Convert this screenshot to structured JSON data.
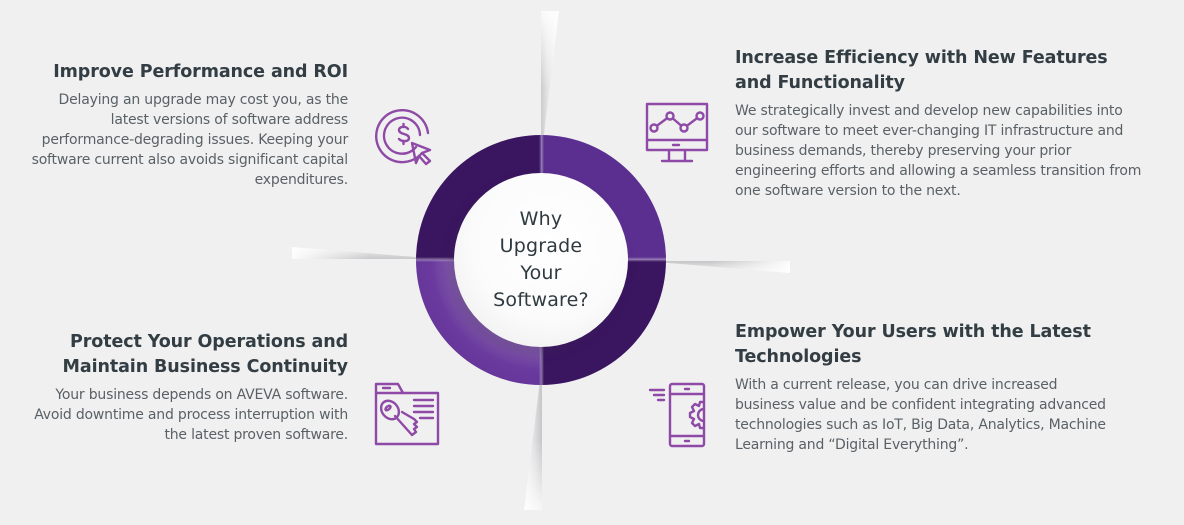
{
  "center": {
    "title": "Why Upgrade Your Software?"
  },
  "colors": {
    "background": "#f0f0f0",
    "ring_dark": "#3a1560",
    "ring_light": "#5b2f90",
    "icon_stroke": "#8e4aa6",
    "heading_text": "#333d44",
    "body_text": "#5a6166"
  },
  "sections": [
    {
      "position": "top-left",
      "icon": "dollar-cursor-icon",
      "title": "Improve Performance and ROI",
      "body": "Delaying an upgrade may cost you, as the latest versions of software address performance-degrading issues. Keeping your software current also avoids significant capital expenditures."
    },
    {
      "position": "top-right",
      "icon": "monitor-chart-icon",
      "title": "Increase Efficiency with New Features and Functionality",
      "body": "We strategically invest and develop new capabilities into our software to meet ever-changing IT infrastructure and business demands, thereby preserving your prior engineering efforts and allowing a seamless transition from one software version to the next."
    },
    {
      "position": "bottom-left",
      "icon": "folder-key-icon",
      "title": "Protect Your Operations and Maintain Business Continuity",
      "body": "Your business depends on AVEVA software. Avoid downtime and process interruption with the latest proven software."
    },
    {
      "position": "bottom-right",
      "icon": "mobile-gear-icon",
      "title": "Empower Your Users with the Latest Technologies",
      "body": "With a current release, you can drive increased business value and be confident integrating advanced technologies such as IoT, Big Data, Analytics, Machine Learning and “Digital Everything”."
    }
  ]
}
